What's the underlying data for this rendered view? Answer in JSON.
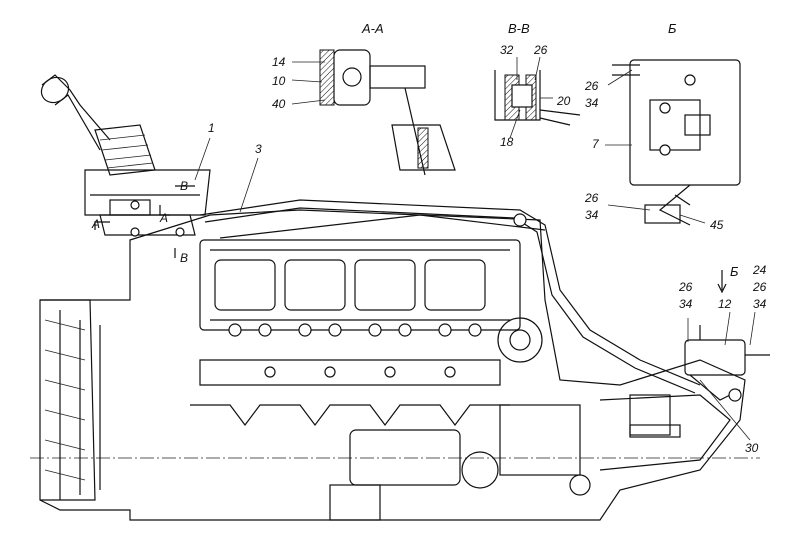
{
  "sections": {
    "aa": "А-А",
    "bb": "В-В",
    "b_view": "Б",
    "b_arrow": "Б"
  },
  "labels": {
    "n1": "1",
    "n3": "3",
    "n14": "14",
    "n10": "10",
    "n40": "40",
    "n32": "32",
    "n26a": "26",
    "n20": "20",
    "n18": "18",
    "n26b": "26",
    "n34a": "34",
    "n7": "7",
    "n26c": "26",
    "n34b": "34",
    "n45": "45",
    "n24": "24",
    "n26d": "26",
    "n34c": "34",
    "n26e": "26",
    "n34d": "34",
    "n12": "12",
    "n30": "30",
    "markA1": "А",
    "markA2": "А",
    "markB1": "В",
    "markB2": "В"
  }
}
